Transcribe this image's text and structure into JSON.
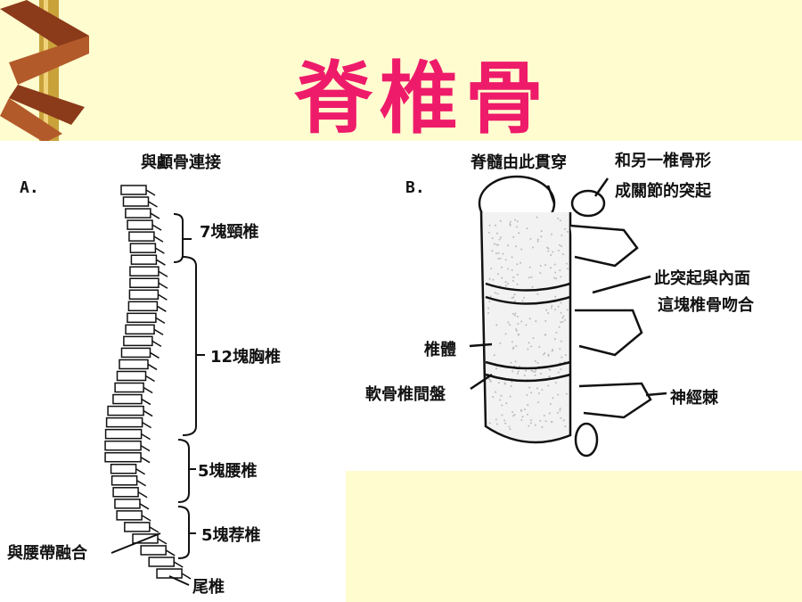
{
  "title": "脊椎骨",
  "panel_a": {
    "letter": "A.",
    "header": "與顱骨連接",
    "labels": {
      "cervical": "7塊頸椎",
      "thoracic": "12塊胸椎",
      "lumbar": "5塊腰椎",
      "sacral": "5塊荐椎",
      "pelvis": "與腰帶融合",
      "coccyx": "尾椎"
    }
  },
  "panel_b": {
    "letter": "B.",
    "labels": {
      "spinal_cord": "脊髓由此貫穿",
      "facet1": "和另一椎骨形",
      "facet2": "成關節的突起",
      "process1": "此突起與內面",
      "process2": "這塊椎骨吻合",
      "body": "椎體",
      "disc": "軟骨椎間盤",
      "spine": "神經棘"
    }
  },
  "colors": {
    "title": "#ee1b6a",
    "background": "#fffdd0",
    "deco_gold": "#c9a23a",
    "deco_brown": "#8b3a1a"
  }
}
